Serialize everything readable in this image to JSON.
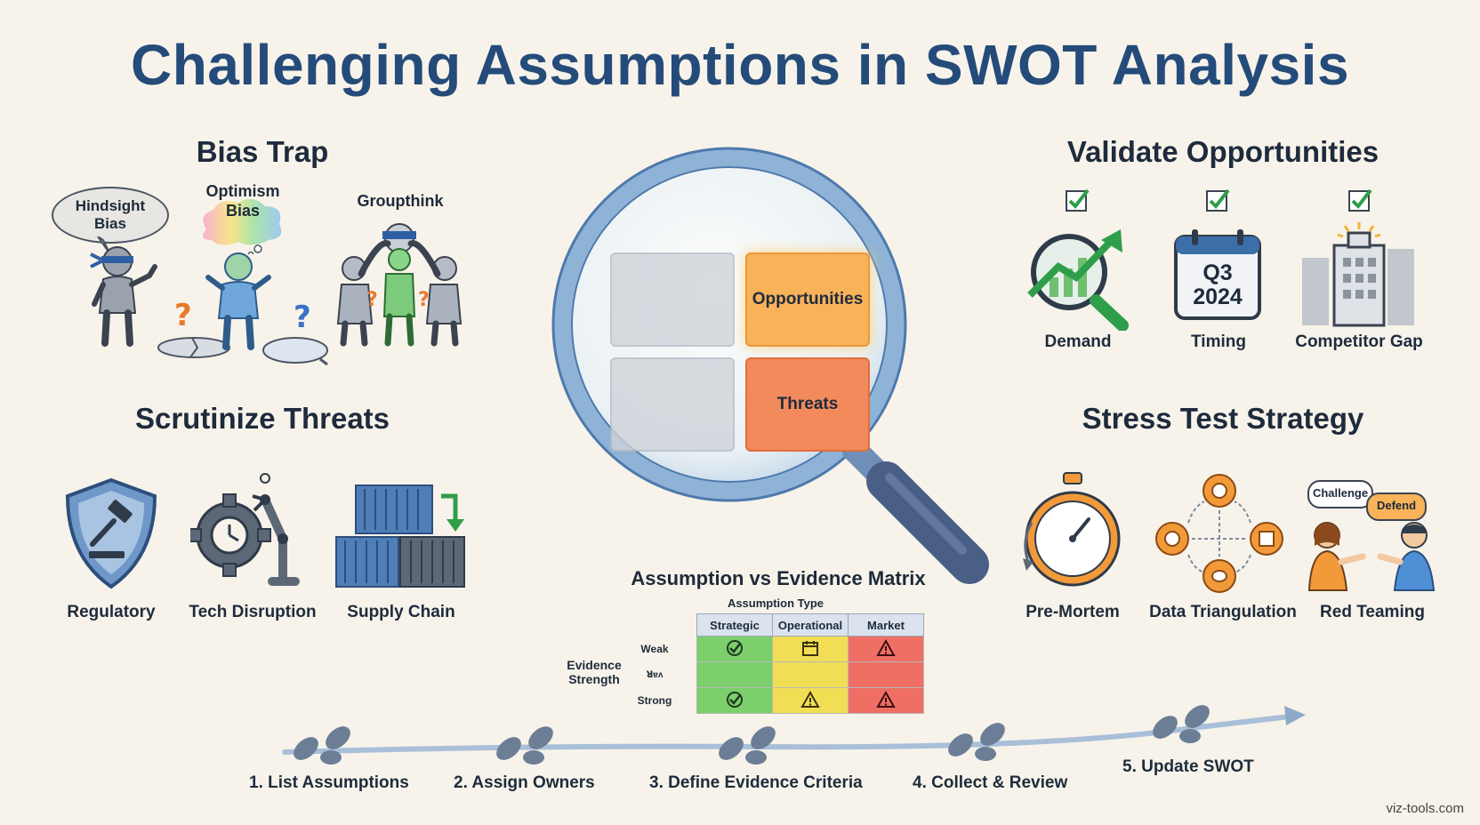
{
  "title": "Challenging Assumptions in SWOT Analysis",
  "bias_trap": {
    "title": "Bias Trap",
    "items": [
      {
        "label": "Hindsight Bias",
        "icon": "blindfolded-person-icon"
      },
      {
        "label": "Optimism Bias",
        "icon": "rainbow-cloud-person-icon"
      },
      {
        "label": "Groupthink",
        "icon": "blindfolded-group-icon"
      }
    ]
  },
  "validate_opportunities": {
    "title": "Validate Opportunities",
    "items": [
      {
        "label": "Demand",
        "icon": "growth-magnifier-icon"
      },
      {
        "label": "Timing",
        "icon": "calendar-icon",
        "calendar_line1": "Q3",
        "calendar_line2": "2024"
      },
      {
        "label": "Competitor Gap",
        "icon": "buildings-icon"
      }
    ]
  },
  "center": {
    "quadrants": [
      "",
      "Opportunities",
      "",
      "Threats"
    ],
    "icon": "magnifying-glass-icon"
  },
  "scrutinize_threats": {
    "title": "Scrutinize Threats",
    "items": [
      {
        "label": "Regulatory",
        "icon": "shield-gavel-icon"
      },
      {
        "label": "Tech Disruption",
        "icon": "gear-robot-arm-icon"
      },
      {
        "label": "Supply Chain",
        "icon": "containers-icon"
      }
    ]
  },
  "stress_test": {
    "title": "Stress Test Strategy",
    "items": [
      {
        "label": "Pre-Mortem",
        "icon": "stopwatch-icon"
      },
      {
        "label": "Data Triangulation",
        "icon": "gears-network-icon"
      },
      {
        "label": "Red Teaming",
        "icon": "debate-people-icon",
        "bubble1": "Challenge",
        "bubble2": "Defend"
      }
    ]
  },
  "matrix": {
    "title": "Assumption vs Evidence Matrix",
    "col_group": "Assumption Type",
    "columns": [
      "Strategic",
      "Operational",
      "Market"
    ],
    "row_group": "Evidence Strength",
    "rows": [
      {
        "label": "Weak",
        "cells": [
          "check",
          "calendar",
          "warning"
        ],
        "colors": [
          "g",
          "y",
          "r"
        ]
      },
      {
        "label": "ꓤɐʌ",
        "cells": [
          "",
          "",
          ""
        ],
        "colors": [
          "g",
          "y",
          "r"
        ]
      },
      {
        "label": "Strong",
        "cells": [
          "check",
          "warning",
          "warning"
        ],
        "colors": [
          "g",
          "y",
          "r"
        ]
      }
    ]
  },
  "steps": [
    "1. List Assumptions",
    "2. Assign Owners",
    "3. Define Evidence Criteria",
    "4. Collect & Review",
    "5. Update SWOT"
  ],
  "credit": "viz-tools.com",
  "colors": {
    "title": "#244b7a",
    "opportunities": "#f7b25a",
    "threats": "#f28a5c",
    "check": "#2e9e4a"
  }
}
